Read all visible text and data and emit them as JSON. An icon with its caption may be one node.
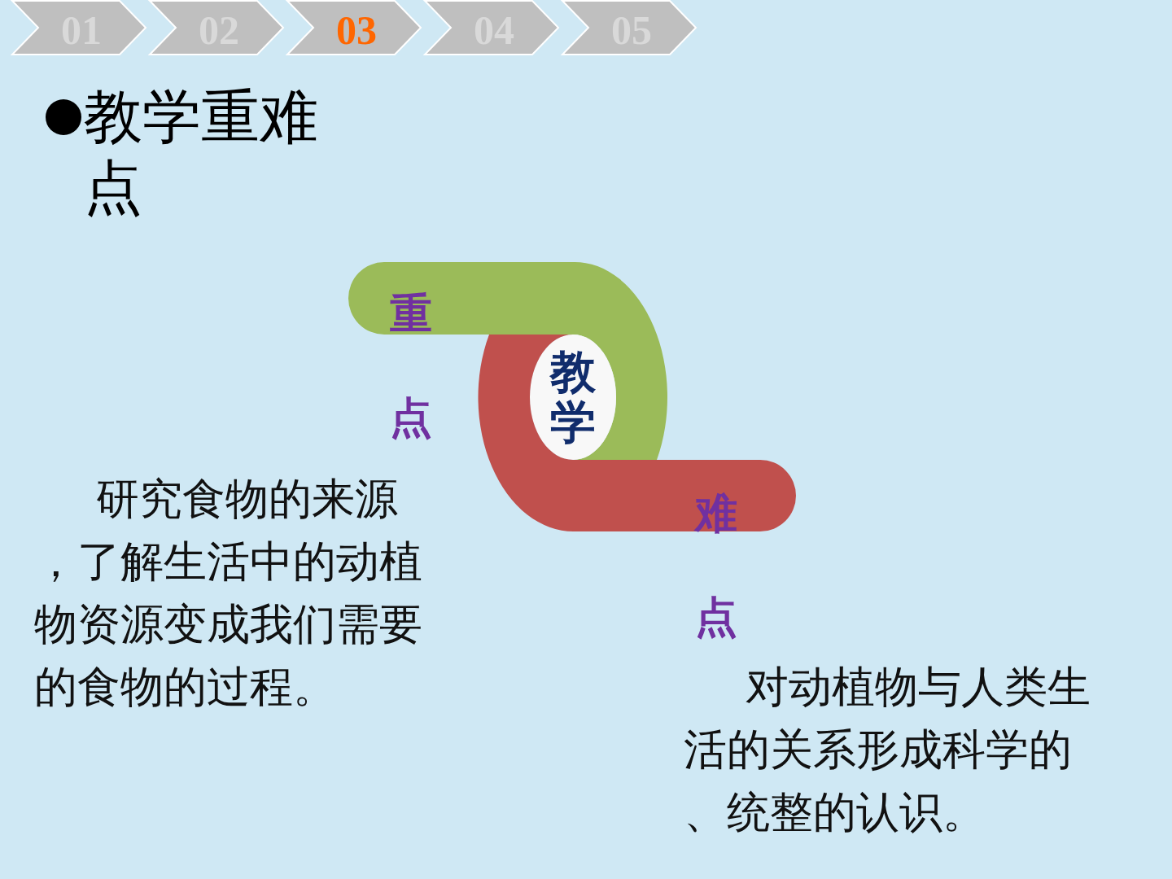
{
  "diagram": {
    "title": "教学重难点",
    "nodes": [
      {
        "text": [
          "01"
        ]
      },
      {
        "text": [
          "02"
        ]
      },
      {
        "text": [
          "03"
        ]
      },
      {
        "text": [
          "04"
        ]
      },
      {
        "text": [
          "05"
        ]
      },
      {
        "text": [
          "重点"
        ]
      },
      {
        "text": [
          "教学"
        ]
      },
      {
        "text": [
          "难点"
        ]
      }
    ],
    "labels": [
      "研究食物的来源，了解生活中的动植物资源变成我们需要的食物的过程。",
      "对动植物与人类生活的关系形成科学的、统整的认识。"
    ]
  }
}
